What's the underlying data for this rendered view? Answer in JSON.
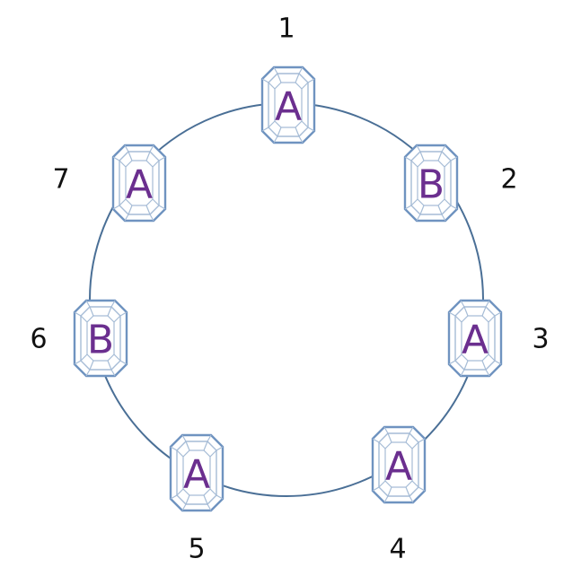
{
  "diagram": {
    "colors": {
      "circle": "#4a6f96",
      "gem_outline": "#6f93c0",
      "gem_inner": "#a6bcd6",
      "gem_letter": "#6b2f8f",
      "label": "#111111"
    },
    "gems": [
      {
        "position_label": "1",
        "letter": "A"
      },
      {
        "position_label": "2",
        "letter": "B"
      },
      {
        "position_label": "3",
        "letter": "A"
      },
      {
        "position_label": "4",
        "letter": "A"
      },
      {
        "position_label": "5",
        "letter": "A"
      },
      {
        "position_label": "6",
        "letter": "B"
      },
      {
        "position_label": "7",
        "letter": "A"
      }
    ]
  }
}
